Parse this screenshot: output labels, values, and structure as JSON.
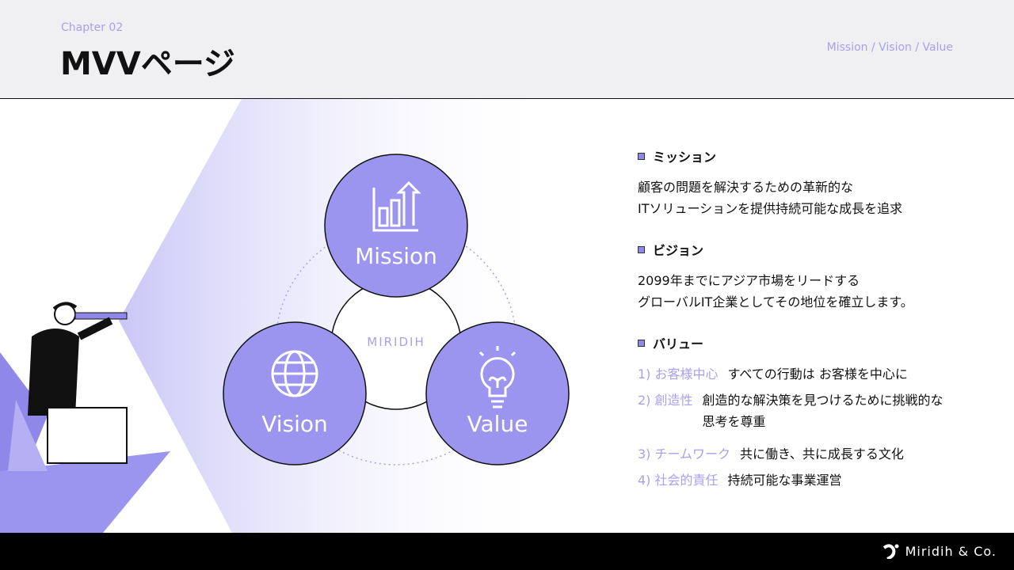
{
  "header": {
    "chapter": "Chapter 02",
    "title": "MVVページ",
    "breadcrumb": "Mission / Vision / Value"
  },
  "diagram": {
    "center": "MIRIDIH",
    "circles": [
      {
        "label": "Mission",
        "icon": "bar-chart-up-icon"
      },
      {
        "label": "Vision",
        "icon": "globe-icon"
      },
      {
        "label": "Value",
        "icon": "lightbulb-icon"
      }
    ]
  },
  "mission": {
    "heading": "ミッション",
    "lines": [
      "顧客の問題を解決するための革新的な",
      "ITソリューションを提供持続可能な成長を追求"
    ]
  },
  "vision": {
    "heading": "ビジョン",
    "lines": [
      "2099年までにアジア市場をリードする",
      "グローバルIT企業としてその地位を確立します。"
    ]
  },
  "value": {
    "heading": "バリュー",
    "items": [
      {
        "key": "1) お客様中心",
        "desc": "すべての行動は お客様を中心に"
      },
      {
        "key": "2) 創造性",
        "desc": "創造的な解決策を見つけるために挑戦的な思考を尊重"
      },
      {
        "key": "3) チームワーク",
        "desc": "共に働き、共に成長する文化"
      },
      {
        "key": "4) 社会的責任",
        "desc": "持続可能な事業運営"
      }
    ]
  },
  "footer": {
    "brand": "Miridih & Co."
  },
  "colors": {
    "accent": "#9b95f0",
    "label": "#a6a1ee",
    "header_bg": "#f0f0f2"
  }
}
